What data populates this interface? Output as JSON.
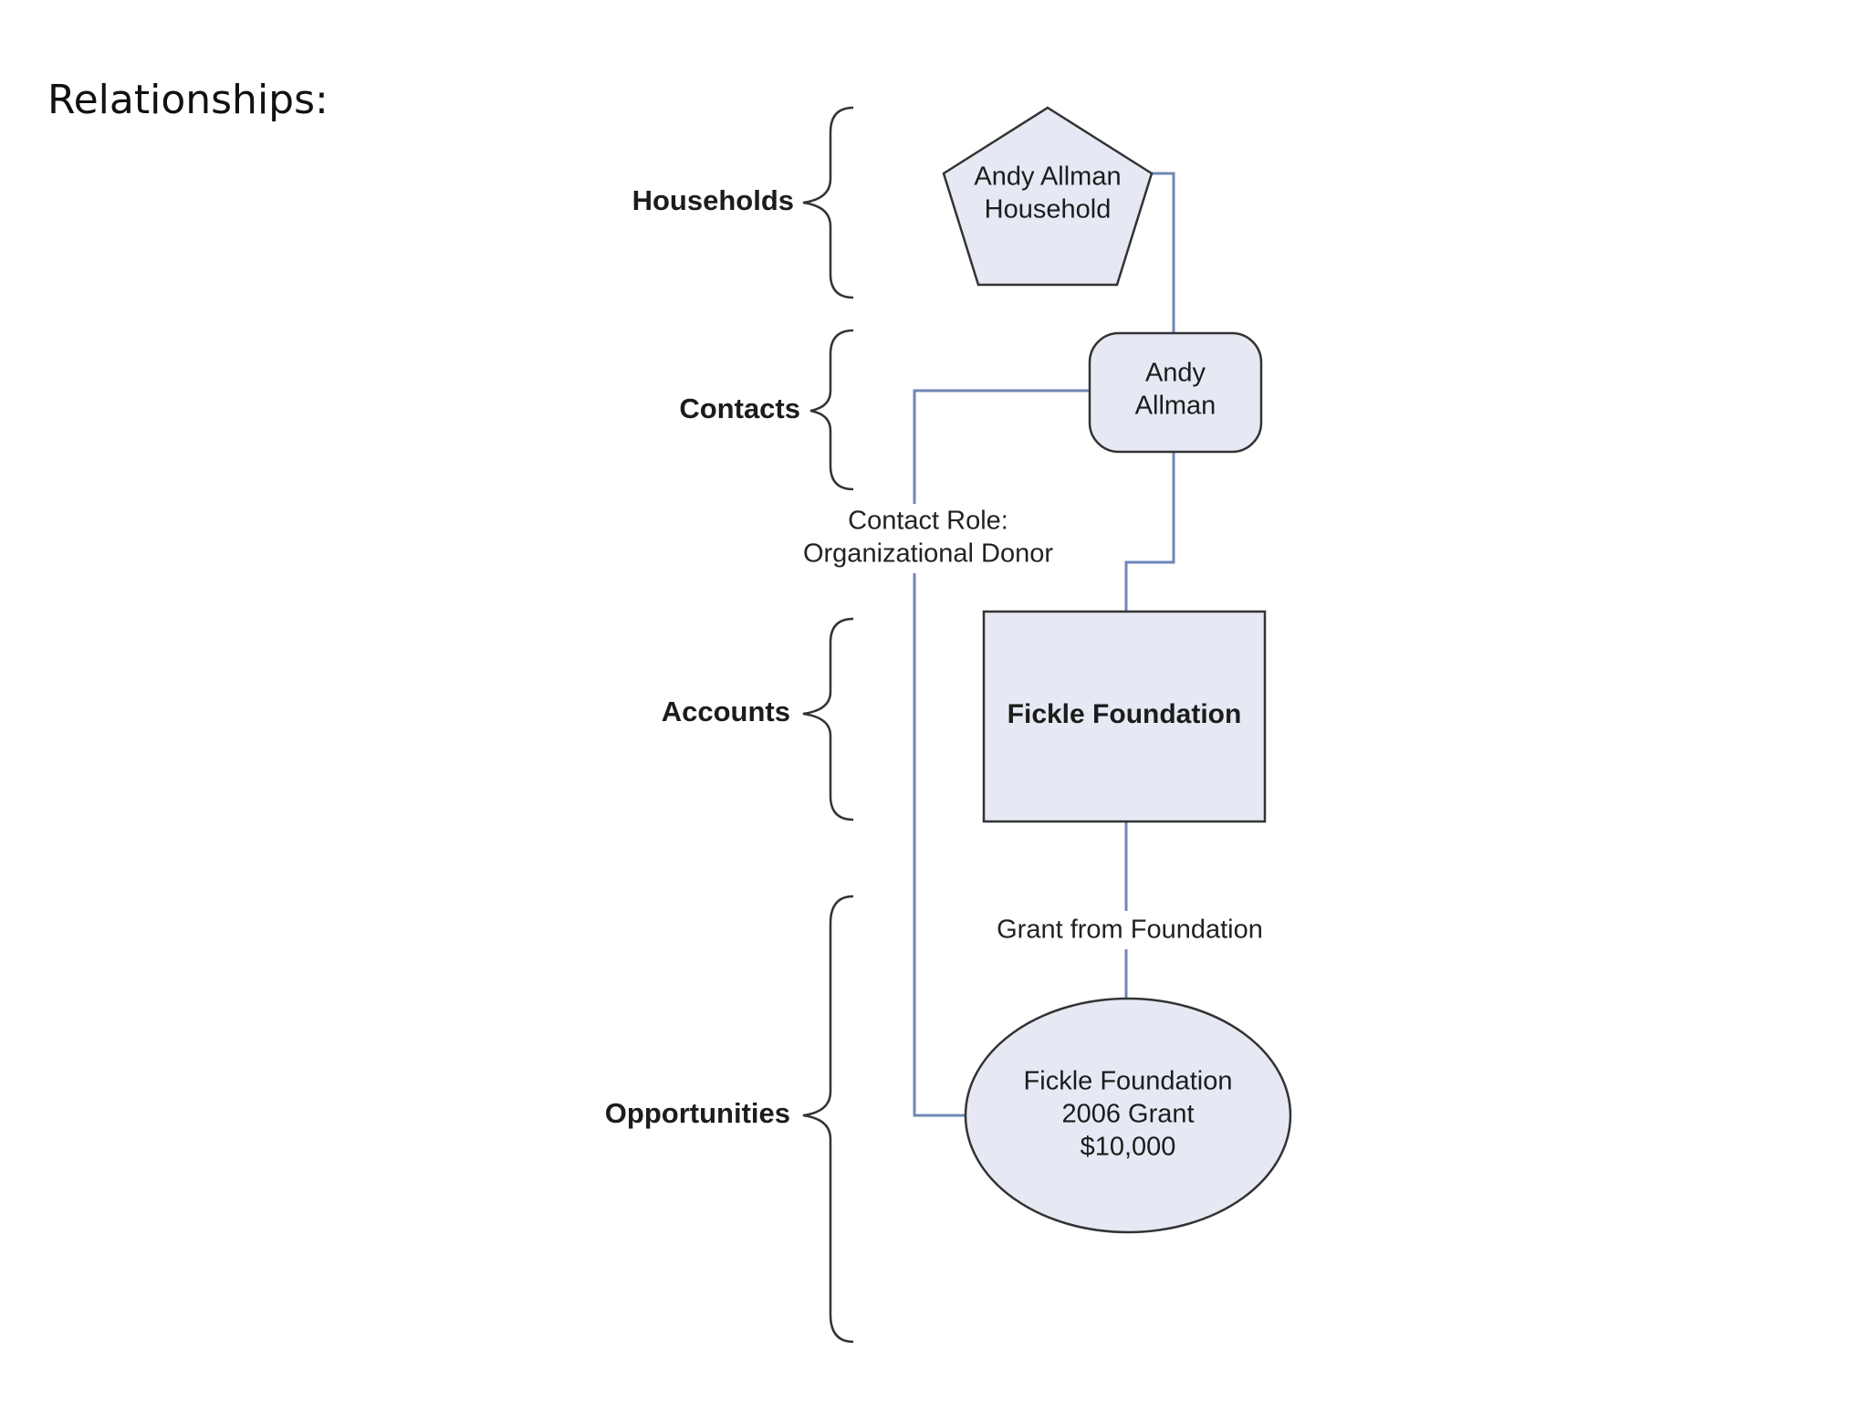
{
  "title": "Relationships:",
  "categories": {
    "households": "Households",
    "contacts": "Contacts",
    "accounts": "Accounts",
    "opportunities": "Opportunities"
  },
  "nodes": {
    "household": {
      "line1": "Andy Allman",
      "line2": "Household"
    },
    "contact": {
      "line1": "Andy",
      "line2": "Allman"
    },
    "account": {
      "label": "Fickle Foundation"
    },
    "opportunity": {
      "line1": "Fickle Foundation",
      "line2": "2006 Grant",
      "line3": "$10,000"
    }
  },
  "edges": {
    "contact_role": {
      "line1": "Contact Role:",
      "line2": "Organizational Donor"
    },
    "grant": {
      "label": "Grant from Foundation"
    }
  },
  "colors": {
    "shape_fill": "#e6e9f3",
    "connector": "#6f87b8",
    "outline": "#333333"
  }
}
